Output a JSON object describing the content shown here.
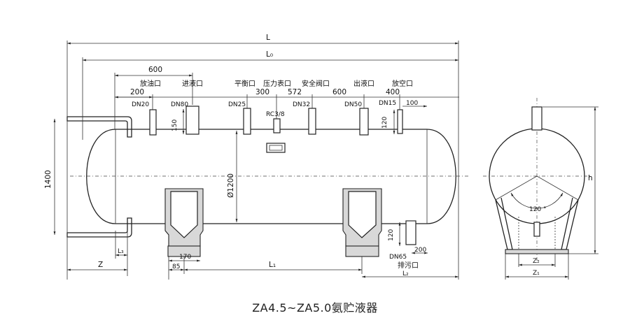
{
  "caption": "ZA4.5~ZA5.0氨贮液器",
  "dims": {
    "L": "L",
    "L0": "L₀",
    "L1": "L₁",
    "L2": "L₂",
    "L3": "L₃",
    "Z": "Z",
    "Z1": "Z₁",
    "Z2": "Z₂",
    "h": "h",
    "d600a": "600",
    "d200a": "200",
    "d300": "300",
    "d572": "572",
    "d600b": "600",
    "d400": "400",
    "d100": "100",
    "d150": "150",
    "d120a": "120",
    "d120b": "120",
    "d1400": "1400",
    "d1200": "Ø1200",
    "d170": "170",
    "d85": "85",
    "d200b": "200",
    "angle": "120 °"
  },
  "ports": {
    "oil": "放油口",
    "inlet": "进液口",
    "balance": "平衡口",
    "gauge": "压力表口",
    "safety": "安全阀口",
    "outlet": "出液口",
    "vent": "放空口",
    "drain": "排污口"
  },
  "nominal": {
    "dn20": "DN20",
    "dn80": "DN80",
    "dn25": "DN25",
    "rc": "RC3/8",
    "dn32": "DN32",
    "dn50": "DN50",
    "dn15": "DN15",
    "dn65": "DN65"
  }
}
